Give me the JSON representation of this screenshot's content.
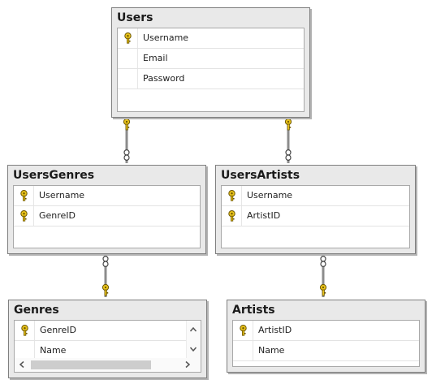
{
  "tables": {
    "users": {
      "title": "Users",
      "columns": [
        "Username",
        "Email",
        "Password"
      ]
    },
    "users_genres": {
      "title": "UsersGenres",
      "columns": [
        "Username",
        "GenreID"
      ]
    },
    "users_artists": {
      "title": "UsersArtists",
      "columns": [
        "Username",
        "ArtistID"
      ]
    },
    "genres": {
      "title": "Genres",
      "columns": [
        "GenreID",
        "Name"
      ]
    },
    "artists": {
      "title": "Artists",
      "columns": [
        "ArtistID",
        "Name"
      ]
    }
  },
  "colors": {
    "key_fill": "#e8c21a",
    "key_stroke": "#6b5500",
    "link": "#8c8c8c"
  },
  "icons": {
    "primary_key": "key-icon",
    "one_end": "key-icon",
    "many_end": "infinity-icon"
  }
}
